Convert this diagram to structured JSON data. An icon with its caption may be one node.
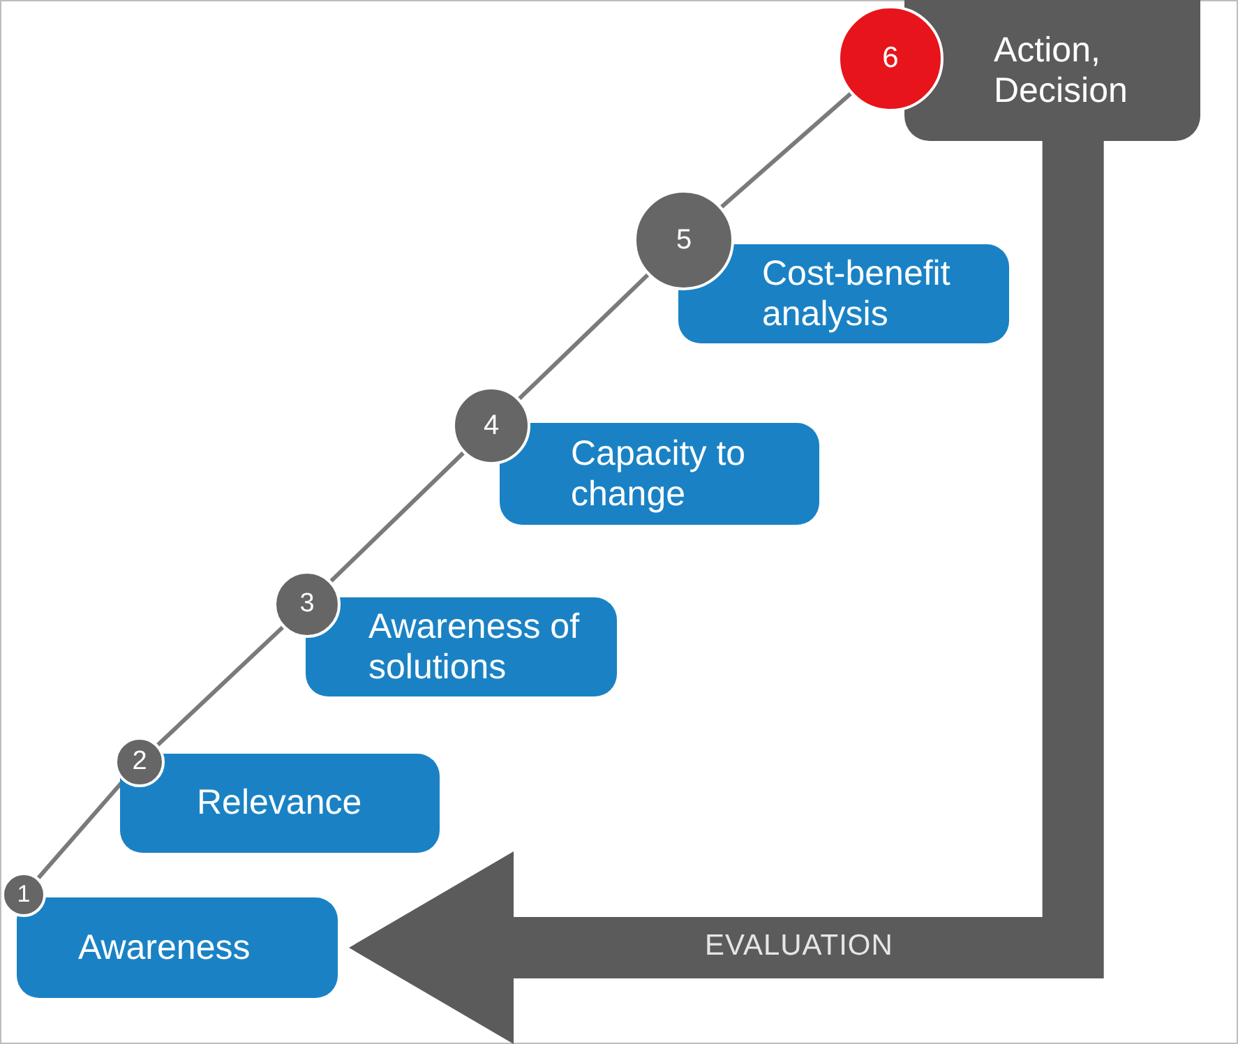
{
  "diagram": {
    "nodes": [
      {
        "text": [
          "1"
        ]
      },
      {
        "text": [
          "Awareness"
        ]
      },
      {
        "text": [
          "2"
        ]
      },
      {
        "text": [
          "Relevance"
        ]
      },
      {
        "text": [
          "3"
        ]
      },
      {
        "text": [
          "Awareness of solutions"
        ]
      },
      {
        "text": [
          "4"
        ]
      },
      {
        "text": [
          "Capacity to change"
        ]
      },
      {
        "text": [
          "5"
        ]
      },
      {
        "text": [
          "Cost-benefit analysis"
        ]
      },
      {
        "text": [
          "6"
        ]
      },
      {
        "text": [
          "Action, Decision"
        ]
      }
    ],
    "edges": [
      {
        "from": 0,
        "to": 2,
        "arrow": "none"
      },
      {
        "from": 2,
        "to": 4,
        "arrow": "none"
      },
      {
        "from": 4,
        "to": 6,
        "arrow": "none"
      },
      {
        "from": 6,
        "to": 8,
        "arrow": "none"
      },
      {
        "from": 8,
        "to": 10,
        "arrow": "none"
      },
      {
        "from": 11,
        "to": 1,
        "arrow": "to",
        "label": "EVALUATION",
        "style": "thick",
        "color": "#5b5b5b"
      }
    ]
  }
}
